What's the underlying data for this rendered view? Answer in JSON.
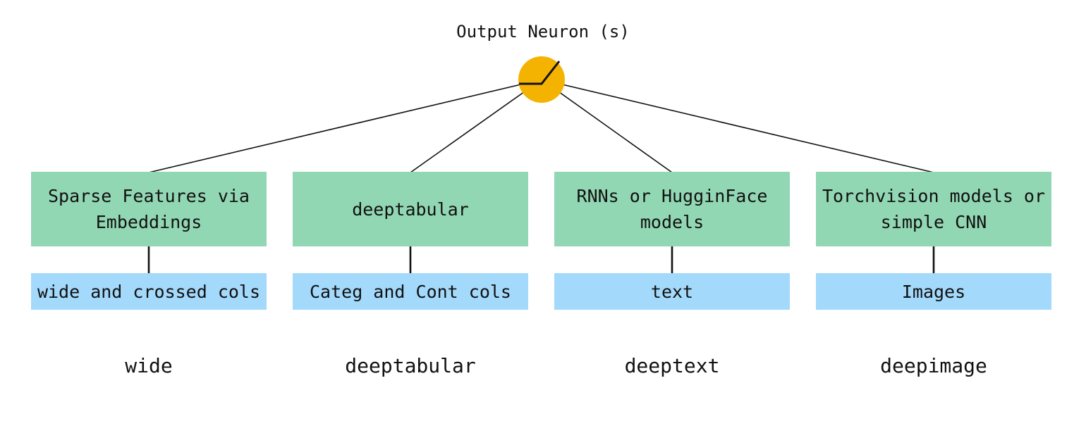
{
  "title": "Output Neuron (s)",
  "neuron": {
    "icon": "relu-activation",
    "color": "#f5b301"
  },
  "colors": {
    "component_fill": "#92d7b4",
    "input_fill": "#a3d9fb",
    "line": "#111111",
    "text": "#111111",
    "background": "#ffffff"
  },
  "columns": [
    {
      "component": "Sparse Features via Embeddings",
      "input": "wide and crossed cols",
      "module": "wide"
    },
    {
      "component": "deeptabular",
      "input": "Categ and Cont cols",
      "module": "deeptabular"
    },
    {
      "component": "RNNs or HugginFace models",
      "input": "text",
      "module": "deeptext"
    },
    {
      "component": "Torchvision models or simple CNN",
      "input": "Images",
      "module": "deepimage"
    }
  ]
}
